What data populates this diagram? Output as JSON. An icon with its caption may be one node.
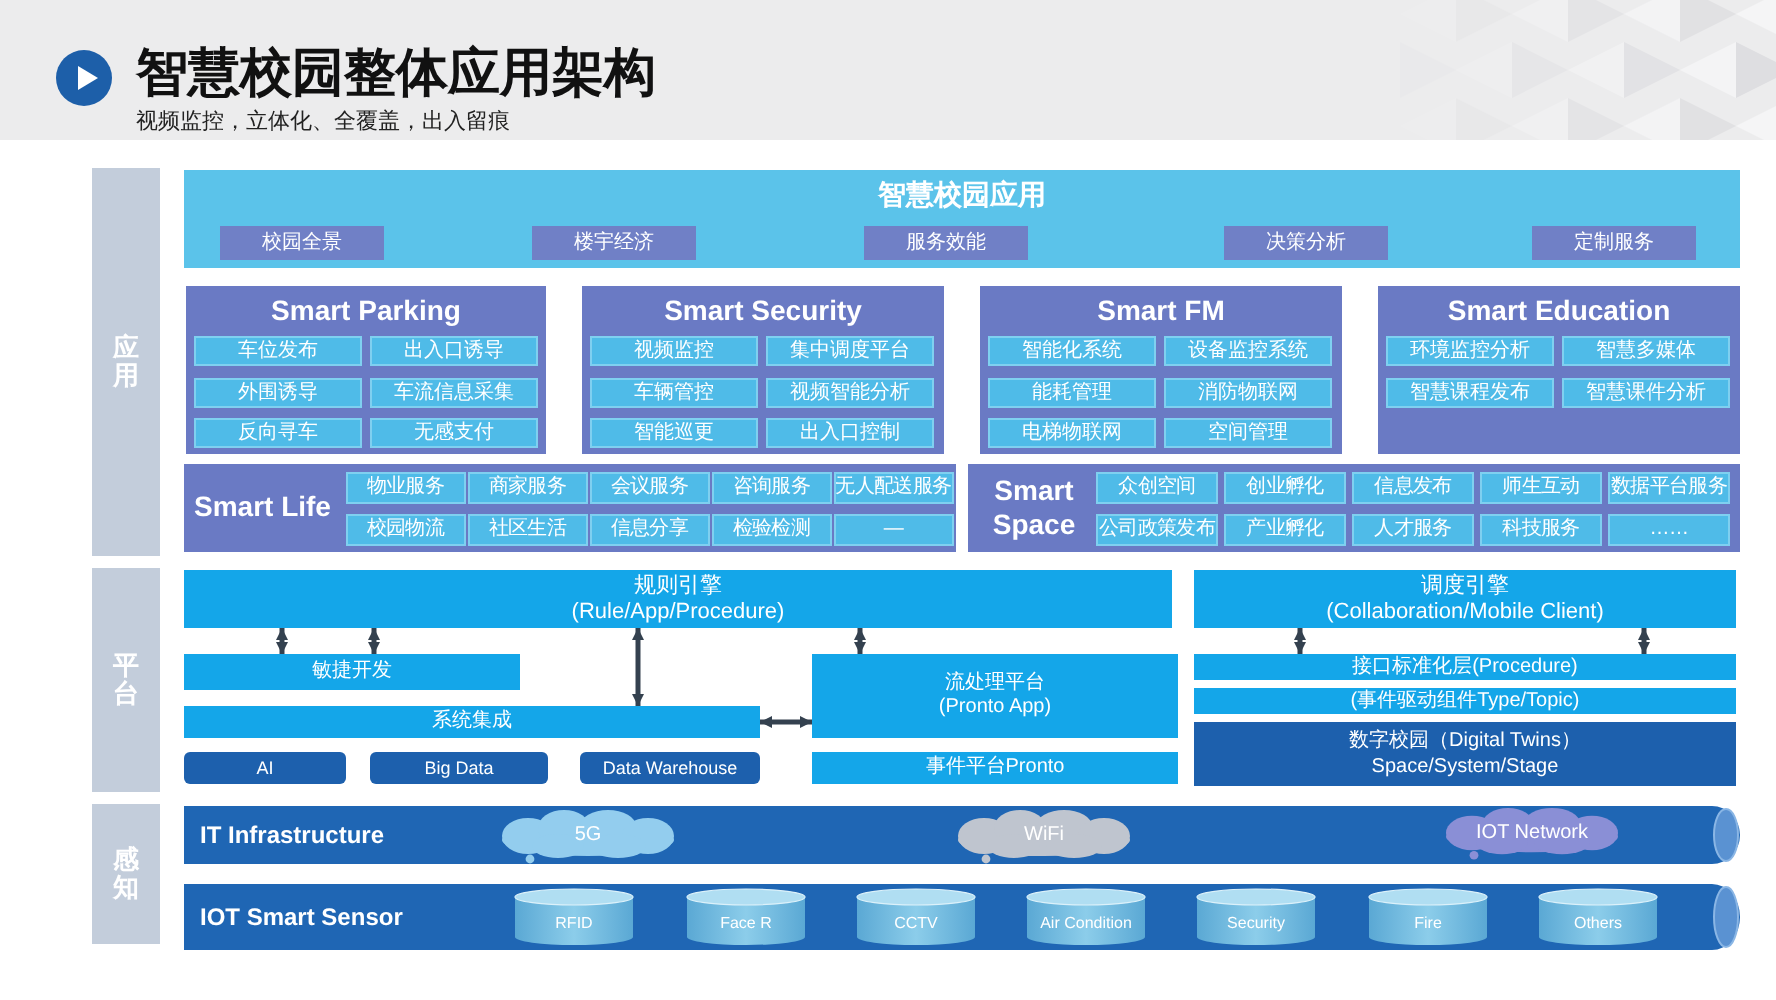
{
  "diagram": {
    "title": "智慧校园整体应用架构",
    "nodes": [
      {
        "text": [
          "应用"
        ]
      },
      {
        "text": [
          "智慧校园应用"
        ]
      },
      {
        "text": [
          "校园全景"
        ],
        "in": 1
      },
      {
        "text": [
          "楼宇经济"
        ],
        "in": 1
      },
      {
        "text": [
          "服务效能"
        ],
        "in": 1
      },
      {
        "text": [
          "决策分析"
        ],
        "in": 1
      },
      {
        "text": [
          "定制服务"
        ],
        "in": 1
      },
      {
        "text": [
          "Smart Parking"
        ]
      },
      {
        "text": [
          "车位发布"
        ],
        "in": 7
      },
      {
        "text": [
          "出入口诱导"
        ],
        "in": 7
      },
      {
        "text": [
          "外围诱导"
        ],
        "in": 7
      },
      {
        "text": [
          "车流信息采集"
        ],
        "in": 7
      },
      {
        "text": [
          "反向寻车"
        ],
        "in": 7
      },
      {
        "text": [
          "无感支付"
        ],
        "in": 7
      },
      {
        "text": [
          "Smart Security"
        ]
      },
      {
        "text": [
          "视频监控"
        ],
        "in": 14
      },
      {
        "text": [
          "集中调度平台"
        ],
        "in": 14
      },
      {
        "text": [
          "车辆管控"
        ],
        "in": 14
      },
      {
        "text": [
          "视频智能分析"
        ],
        "in": 14
      },
      {
        "text": [
          "智能巡更"
        ],
        "in": 14
      },
      {
        "text": [
          "出入口控制"
        ],
        "in": 14
      },
      {
        "text": [
          "Smart FM"
        ]
      },
      {
        "text": [
          "智能化系统"
        ],
        "in": 21
      },
      {
        "text": [
          "设备监控系统"
        ],
        "in": 21
      },
      {
        "text": [
          "能耗管理"
        ],
        "in": 21
      },
      {
        "text": [
          "消防物联网"
        ],
        "in": 21
      },
      {
        "text": [
          "电梯物联网"
        ],
        "in": 21
      },
      {
        "text": [
          "空间管理"
        ],
        "in": 21
      },
      {
        "text": [
          "Smart Education"
        ]
      },
      {
        "text": [
          "环境监控分析"
        ],
        "in": 28
      },
      {
        "text": [
          "智慧多媒体"
        ],
        "in": 28
      },
      {
        "text": [
          "智慧课程发布"
        ],
        "in": 28
      },
      {
        "text": [
          "智慧课件分析"
        ],
        "in": 28
      },
      {
        "text": [
          "Smart Life"
        ]
      },
      {
        "text": [
          "物业服务"
        ],
        "in": 33
      },
      {
        "text": [
          "商家服务"
        ],
        "in": 33
      },
      {
        "text": [
          "会议服务"
        ],
        "in": 33
      },
      {
        "text": [
          "咨询服务"
        ],
        "in": 33
      },
      {
        "text": [
          "无人配送服务"
        ],
        "in": 33
      },
      {
        "text": [
          "校园物流"
        ],
        "in": 33
      },
      {
        "text": [
          "社区生活"
        ],
        "in": 33
      },
      {
        "text": [
          "信息分享"
        ],
        "in": 33
      },
      {
        "text": [
          "检验检测"
        ],
        "in": 33
      },
      {
        "text": [
          "—"
        ],
        "in": 33
      },
      {
        "text": [
          "Smart Space"
        ]
      },
      {
        "text": [
          "众创空间"
        ],
        "in": 44
      },
      {
        "text": [
          "创业孵化"
        ],
        "in": 44
      },
      {
        "text": [
          "信息发布"
        ],
        "in": 44
      },
      {
        "text": [
          "师生互动"
        ],
        "in": 44
      },
      {
        "text": [
          "数据平台服务"
        ],
        "in": 44
      },
      {
        "text": [
          "公司政策发布"
        ],
        "in": 44
      },
      {
        "text": [
          "产业孵化"
        ],
        "in": 44
      },
      {
        "text": [
          "人才服务"
        ],
        "in": 44
      },
      {
        "text": [
          "科技服务"
        ],
        "in": 44
      },
      {
        "text": [
          "……"
        ],
        "in": 44
      },
      {
        "text": [
          "平台"
        ]
      },
      {
        "text": [
          "规则引擎",
          "(Rule/App/Procedure)"
        ]
      },
      {
        "text": [
          "调度引擎",
          "(Collaboration/Mobile Client)"
        ]
      },
      {
        "text": [
          "敏捷开发"
        ]
      },
      {
        "text": [
          "流处理平台",
          "(Pronto App)"
        ]
      },
      {
        "text": [
          "接口标准化层(Procedure)"
        ]
      },
      {
        "text": [
          "(事件驱动组件Type/Topic)"
        ]
      },
      {
        "text": [
          "系统集成"
        ]
      },
      {
        "text": [
          "数字校园（Digital Twins）",
          "Space/System/Stage"
        ]
      },
      {
        "text": [
          "AI"
        ]
      },
      {
        "text": [
          "Big Data"
        ]
      },
      {
        "text": [
          "Data Warehouse"
        ]
      },
      {
        "text": [
          "事件平台Pronto"
        ]
      },
      {
        "text": [
          "感知"
        ]
      },
      {
        "text": [
          "IT Infrastructure"
        ]
      },
      {
        "text": [
          "5G"
        ],
        "in": 69
      },
      {
        "text": [
          "WiFi"
        ],
        "in": 69
      },
      {
        "text": [
          "IOT Network"
        ],
        "in": 69
      },
      {
        "text": [
          "IOT Smart Sensor"
        ]
      },
      {
        "text": [
          "RFID"
        ],
        "in": 73
      },
      {
        "text": [
          "Face R"
        ],
        "in": 73
      },
      {
        "text": [
          "CCTV"
        ],
        "in": 73
      },
      {
        "text": [
          "Air Condition"
        ],
        "in": 73
      },
      {
        "text": [
          "Security"
        ],
        "in": 73
      },
      {
        "text": [
          "Fire"
        ],
        "in": 73
      },
      {
        "text": [
          "Others"
        ],
        "in": 73
      }
    ],
    "edges": [
      {
        "from": 56,
        "to": 58,
        "arrow": "both"
      },
      {
        "from": 56,
        "to": 58,
        "arrow": "both"
      },
      {
        "from": 56,
        "to": 62,
        "arrow": "both"
      },
      {
        "from": 56,
        "to": 59,
        "arrow": "both"
      },
      {
        "from": 62,
        "to": 59,
        "arrow": "both"
      },
      {
        "from": 57,
        "to": 60,
        "arrow": "both"
      },
      {
        "from": 57,
        "to": 60,
        "arrow": "both"
      }
    ],
    "labels": [
      "视频监控，立体化、全覆盖，出入留痕"
    ]
  }
}
